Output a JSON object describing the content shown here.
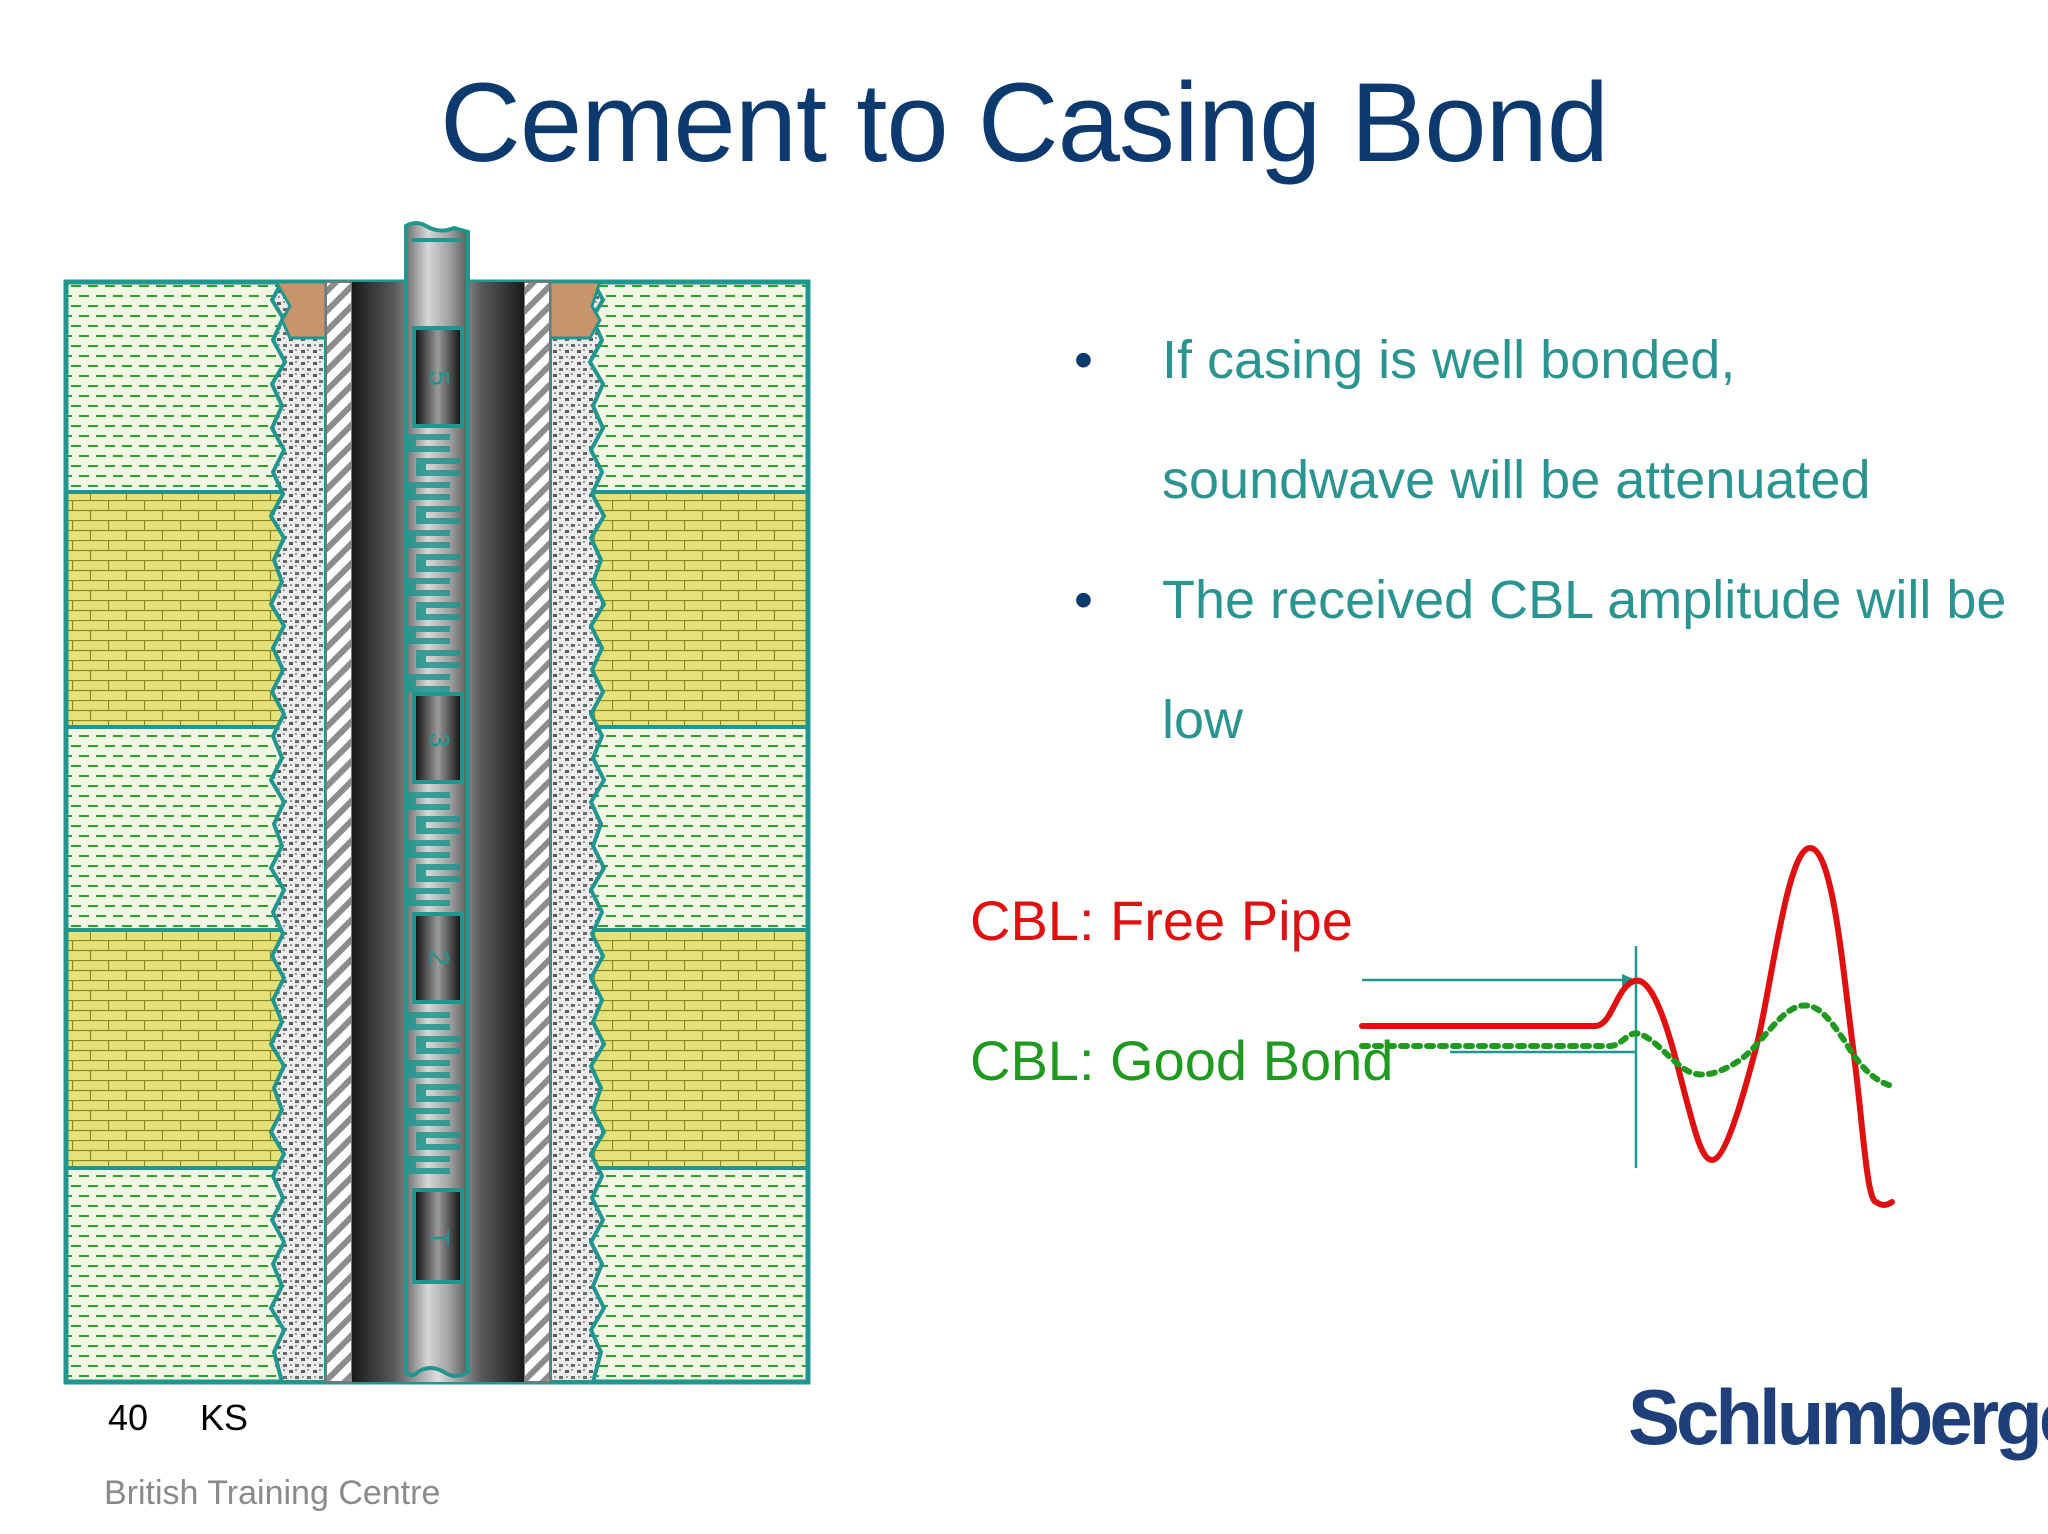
{
  "slide": {
    "title": "Cement to Casing Bond",
    "bullets": [
      "If casing is well bonded, soundwave will be attenuated",
      "The received CBL amplitude will be low"
    ],
    "bullet_symbol": "•",
    "legend": {
      "free_pipe": "CBL: Free Pipe",
      "good_bond": "CBL: Good Bond"
    },
    "tool_labels": [
      "5",
      "3",
      "2",
      "T"
    ],
    "footer": {
      "page_number": "40",
      "author": "KS",
      "centre": "British Training Centre"
    },
    "logo_text": "Schlumberger"
  },
  "colors": {
    "title": "#0d3a6e",
    "bullet_text": "#2a9590",
    "free_pipe": "#e01010",
    "good_bond": "#1f9a1f",
    "shale_fill": "#f2f7e4",
    "sand_fill": "#e5e27c",
    "formation_border": "#20968f",
    "logo": "#1f3f7a"
  },
  "icons": [
    "cement-top-plug-icon",
    "logging-tool-icon",
    "schlumberger-logo"
  ]
}
